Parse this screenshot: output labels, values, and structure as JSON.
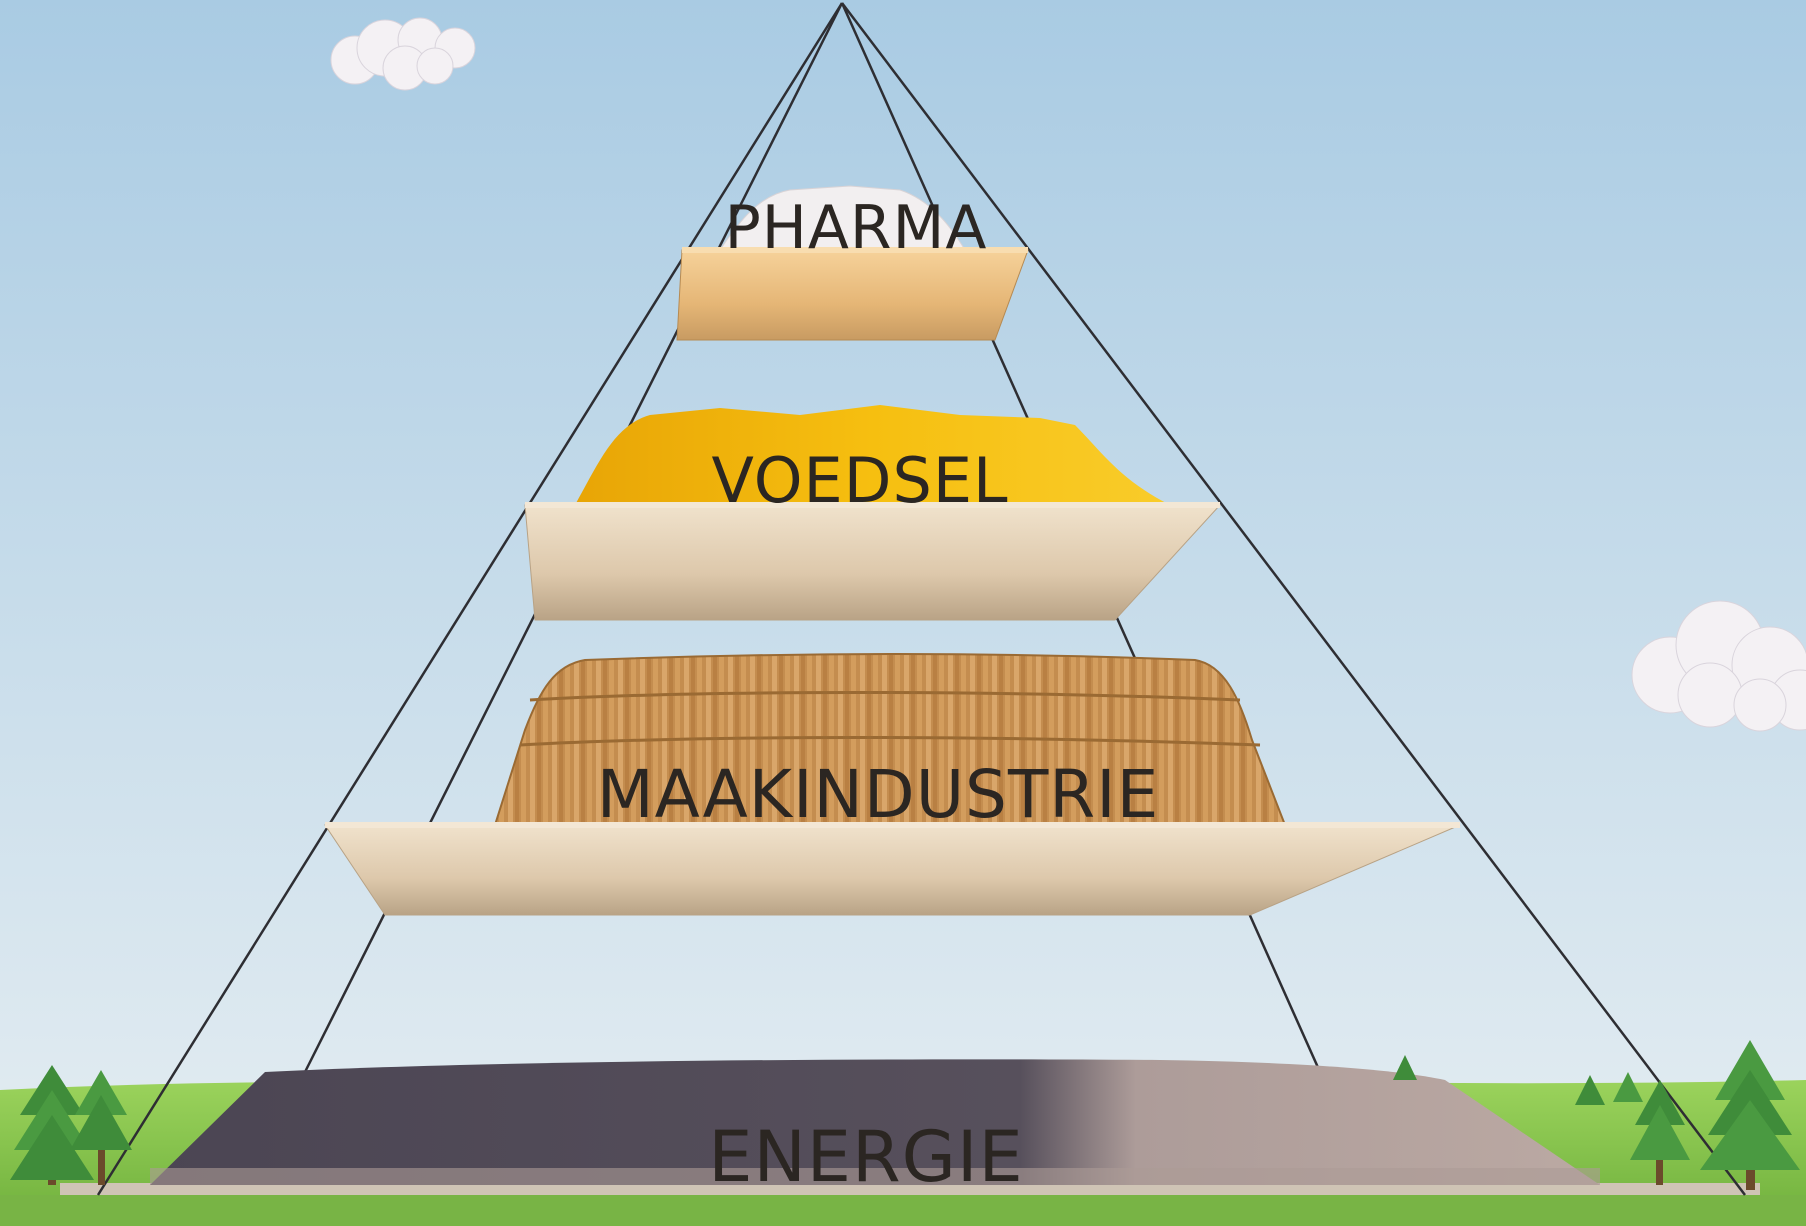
{
  "pyramid": {
    "tiers": [
      {
        "label": "PHARMA"
      },
      {
        "label": "VOEDSEL"
      },
      {
        "label": "MAAKINDUSTRIE"
      },
      {
        "label": "ENERGIE"
      }
    ]
  },
  "colors": {
    "sky_top": "#a9cbe3",
    "sky_bottom": "#e6eef2",
    "grass": "#8fcd54",
    "shelf": "#e2cfb4",
    "pharma_shelf": "#e9bd7e",
    "voedsel_pile": "#f2b707",
    "wood": "#c89455",
    "energie_pile": "#4f4a56",
    "tree": "#3f8c3a"
  }
}
